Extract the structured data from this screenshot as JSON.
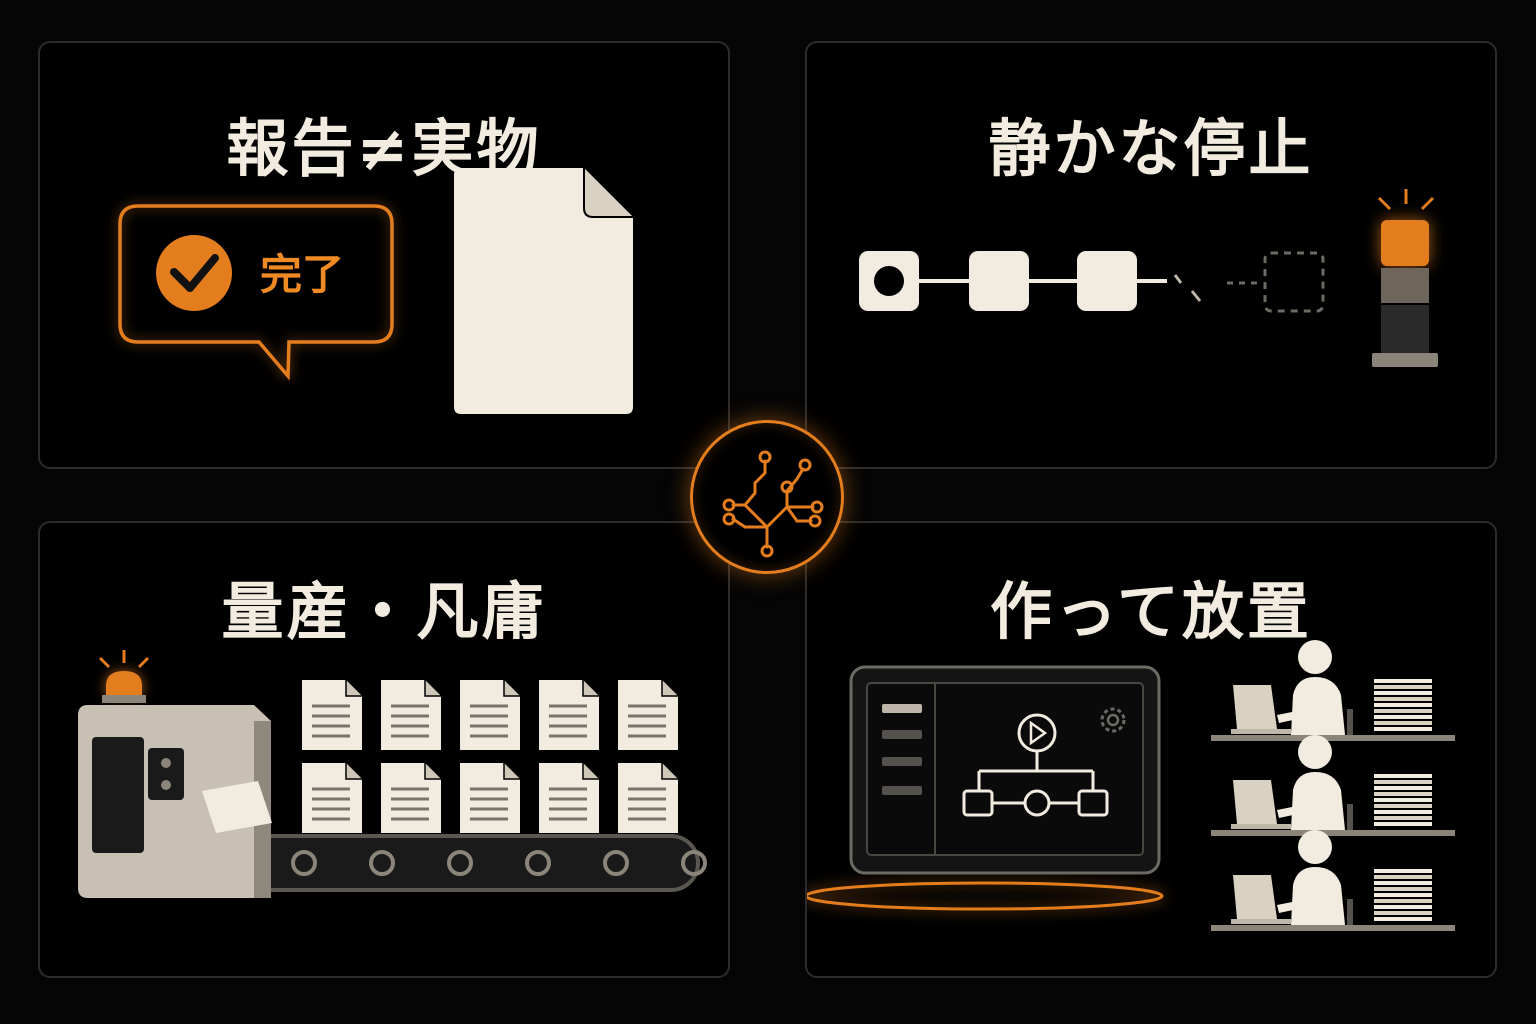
{
  "panels": {
    "report": {
      "title": "報告≠実物",
      "bubble_text": "完了",
      "bubble_icon": "check-circle-icon",
      "document_icon": "blank-document-icon"
    },
    "silent_stop": {
      "title": "静かな停止",
      "pipeline_icon": "broken-pipeline-icon",
      "light_icon": "signal-tower-light-icon"
    },
    "mass_production": {
      "title": "量産・凡庸",
      "machine_icon": "factory-machine-icon",
      "alarm_icon": "warning-beacon-icon",
      "document_count": 10
    },
    "build_and_leave": {
      "title": "作って放置",
      "screen_icon": "workflow-editor-icon",
      "worker_icon": "office-worker-icon",
      "worker_count": 3
    }
  },
  "center": {
    "icon": "ai-circuit-icon"
  },
  "colors": {
    "accent": "#e47d1d",
    "cream": "#f1ebe0",
    "background": "#000000",
    "panel_border": "#2e2c2a"
  }
}
